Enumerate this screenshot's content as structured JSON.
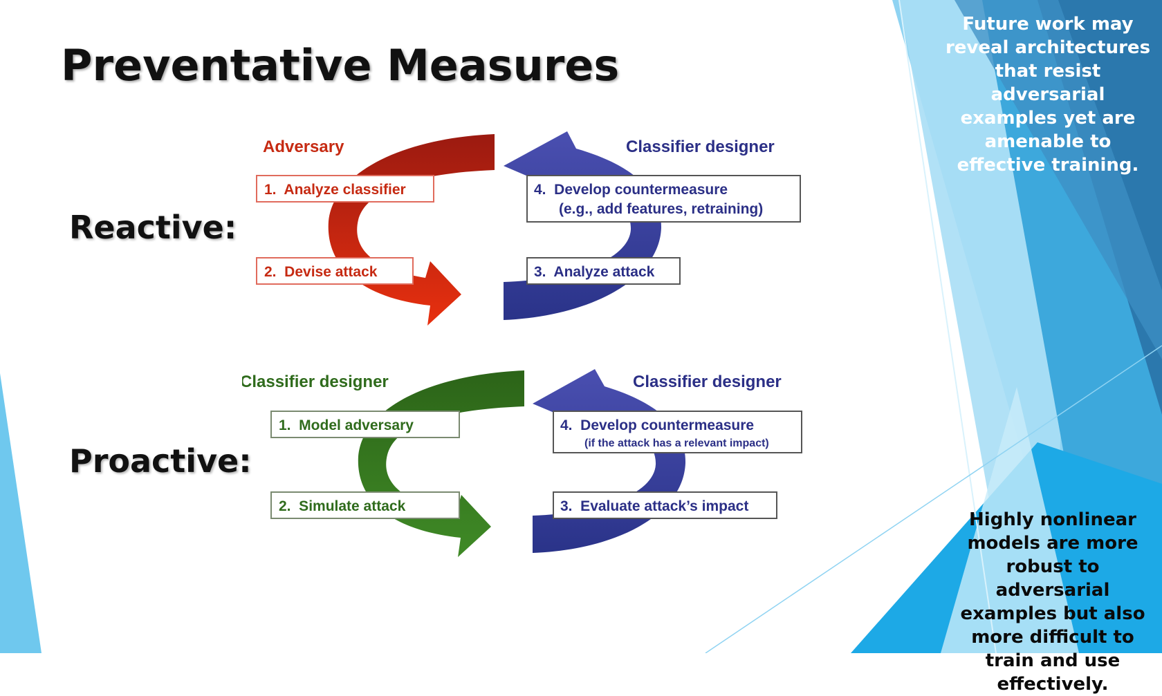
{
  "title": "Preventative Measures",
  "rows": {
    "reactive": {
      "label": "Reactive:",
      "left_role": "Adversary",
      "right_role": "Classifier designer",
      "step1": "1.  Analyze classifier",
      "step2": "2.  Devise attack",
      "step3": "3.  Analyze attack",
      "step4_line1": "4.  Develop countermeasure",
      "step4_line2": "(e.g., add features, retraining)"
    },
    "proactive": {
      "label": "Proactive:",
      "left_role": "Classifier designer",
      "right_role": "Classifier designer",
      "step1": "1.  Model adversary",
      "step2": "2.  Simulate attack",
      "step3": "3.  Evaluate attack’s impact",
      "step4_line1": "4.  Develop countermeasure",
      "step4_line2": "(if the attack has a relevant impact)"
    }
  },
  "notes": {
    "top": "Future work may reveal architectures that resist adversarial examples yet are amenable to effective training.",
    "bottom": "Highly nonlinear models are more robust to adversarial examples but also more difficult to train and use effectively."
  },
  "colors": {
    "adversary": "#c62a12",
    "defender_blue": "#2f3f9a",
    "proactive_green": "#2f6b1c",
    "accent_blue": "#29a6e0"
  }
}
